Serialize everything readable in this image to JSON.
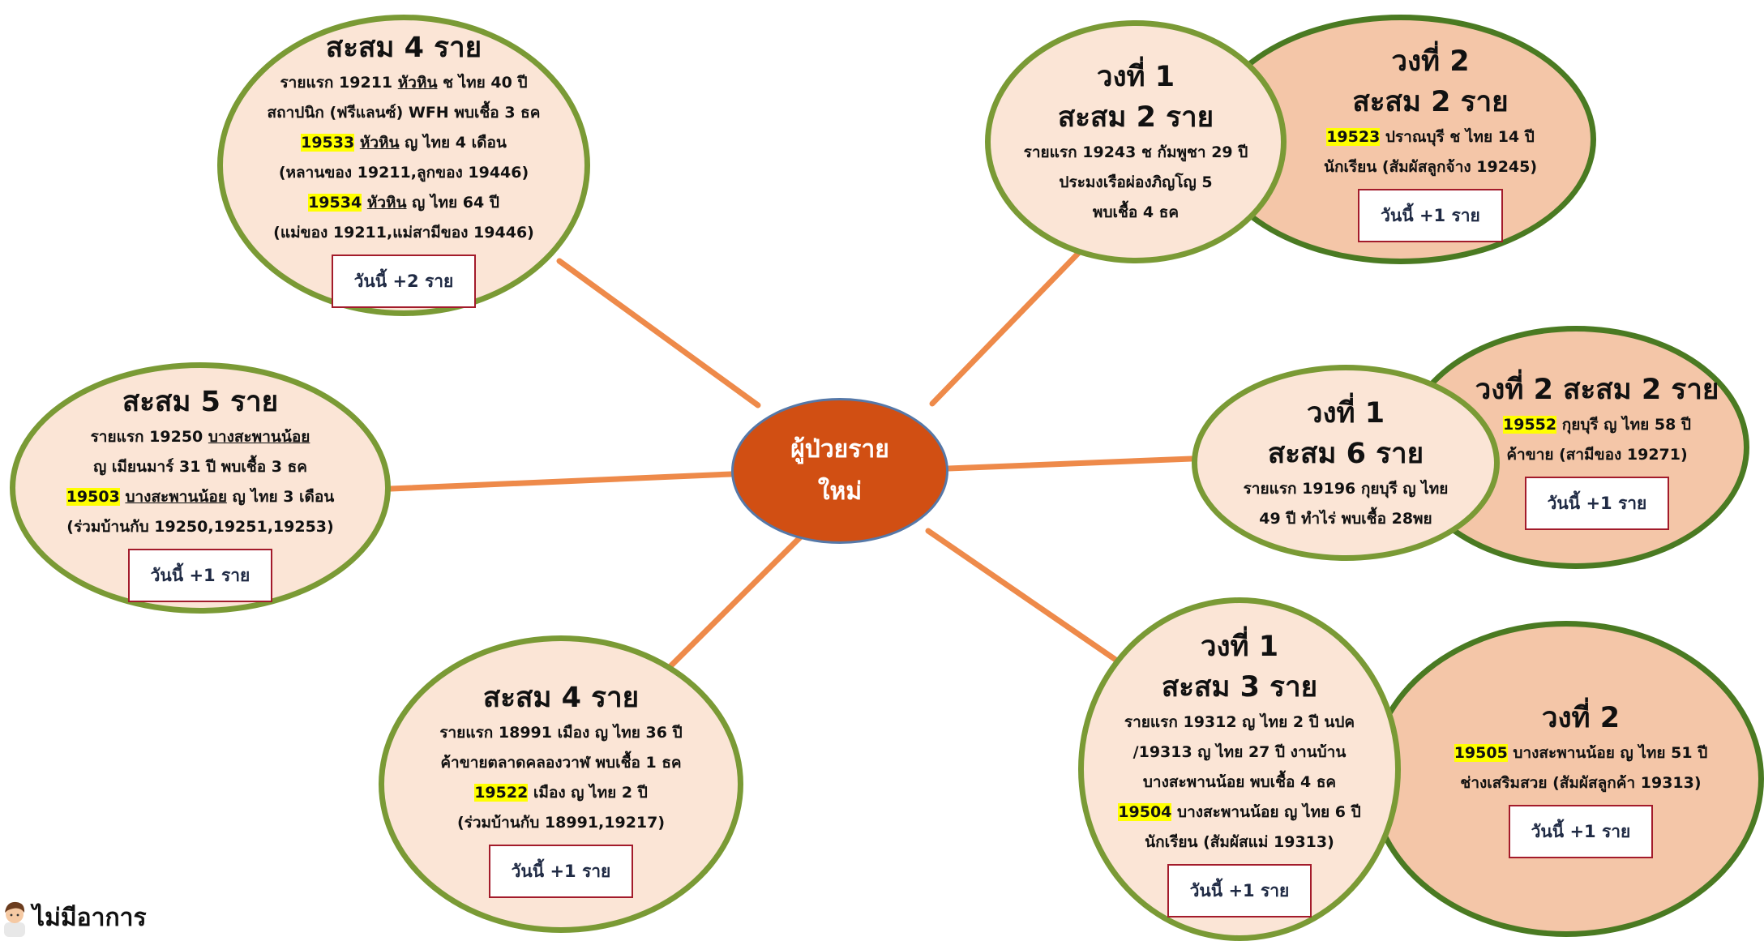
{
  "center": {
    "line1": "ผู้ป่วยราย",
    "line2": "ใหม่"
  },
  "top_left": {
    "title": "สะสม 4 ราย",
    "l1": "รายแรก 19211 ",
    "l1_place": "หัวหิน",
    "l1_end": " ช ไทย 40 ปี",
    "l2": "สถาปนิก (ฟรีแลนซ์) WFH พบเชื้อ 3 ธค",
    "l3_id": "19533",
    "l3_place": "หัวหิน",
    "l3_end": " ญ ไทย 4 เดือน",
    "l4": "(หลานของ 19211,ลูกของ 19446)",
    "l5_id": "19534",
    "l5_place": "หัวหิน",
    "l5_end": " ญ ไทย 64 ปี",
    "l6": "(แม่ของ 19211,แม่สามีของ 19446)",
    "today": "วันนี้ +2 ราย"
  },
  "left": {
    "title": "สะสม 5 ราย",
    "l1": "รายแรก 19250 ",
    "l1_place": "บางสะพานน้อย",
    "l2": "ญ เมียนมาร์ 31 ปี พบเชื้อ 3 ธค",
    "l3_id": "19503",
    "l3_place": "บางสะพานน้อย",
    "l3_end": " ญ ไทย 3 เดือน",
    "l4": "(ร่วมบ้านกับ 19250,19251,19253)",
    "today": "วันนี้ +1 ราย"
  },
  "bottom_left": {
    "title": "สะสม 4 ราย",
    "l1": "รายแรก 18991 เมือง ญ ไทย 36 ปี",
    "l2": "ค้าขายตลาดคลองวาฬ พบเชื้อ 1 ธค",
    "l3_id": "19522",
    "l3_end": " เมือง ญ ไทย 2 ปี",
    "l4": "(ร่วมบ้านกับ 18991,19217)",
    "today": "วันนี้ +1 ราย"
  },
  "top_right_1": {
    "title1": "วงที่ 1",
    "title2": "สะสม 2 ราย",
    "l1": "รายแรก 19243 ช กัมพูชา 29 ปี",
    "l2": "ประมงเรือผ่องภิญโญ 5",
    "l3": "พบเชื้อ 4 ธค"
  },
  "top_right_2": {
    "title1": "วงที่ 2",
    "title2": "สะสม 2 ราย",
    "l1_id": "19523",
    "l1_end": " ปราณบุรี ช ไทย 14 ปี",
    "l2": "นักเรียน (สัมผัสลูกจ้าง 19245)",
    "today": "วันนี้ +1 ราย"
  },
  "mid_right_1": {
    "title1": "วงที่ 1",
    "title2": "สะสม 6 ราย",
    "l1": "รายแรก 19196 กุยบุรี ญ ไทย",
    "l2": "49 ปี ทำไร่ พบเชื้อ 28พย"
  },
  "mid_right_2": {
    "title": "วงที่ 2 สะสม 2 ราย",
    "l1_id": "19552",
    "l1_end": " กุยบุรี ญ ไทย 58 ปี",
    "l2": "ค้าขาย (สามีของ 19271)",
    "today": "วันนี้ +1 ราย"
  },
  "bottom_right_1": {
    "title1": "วงที่ 1",
    "title2": "สะสม 3 ราย",
    "l1": "รายแรก 19312 ญ ไทย 2 ปี นปค",
    "l2": "/19313 ญ ไทย 27 ปี งานบ้าน",
    "l3": "บางสะพานน้อย พบเชื้อ 4 ธค",
    "l4_id": "19504",
    "l4_end": " บางสะพานน้อย ญ ไทย 6 ปี",
    "l5": "นักเรียน (สัมผัสแม่ 19313)",
    "today": "วันนี้ +1 ราย"
  },
  "bottom_right_2": {
    "title": "วงที่ 2",
    "l1_id": "19505",
    "l1_end": " บางสะพานน้อย ญ ไทย 51 ปี",
    "l2": "ช่างเสริมสวย (สัมผัสลูกค้า 19313)",
    "today": "วันนี้ +1 ราย"
  },
  "legend": {
    "label": "ไม่มีอาการ",
    "icon": "person-avatar-icon"
  },
  "colors": {
    "connector": "#ee8a4a",
    "center_fill": "#d14f13",
    "light_fill": "#fbe5d6",
    "dark_fill": "#f4c6a8",
    "outline": "#7a9a35",
    "highlight": "#ffff00",
    "box_border": "#a31b2b"
  }
}
